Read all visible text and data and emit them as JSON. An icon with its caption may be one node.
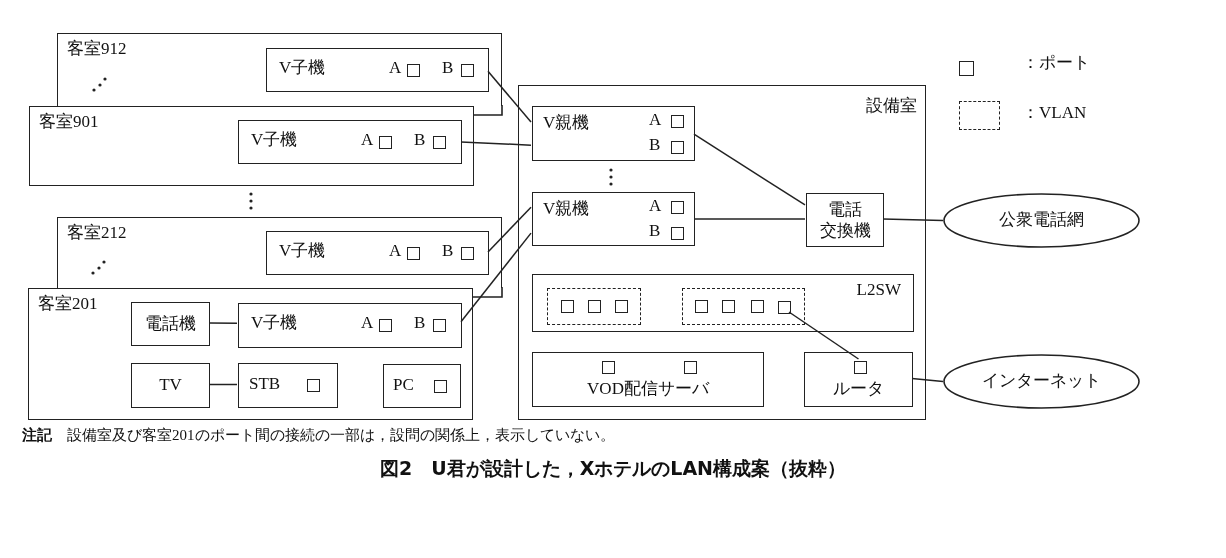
{
  "diagram": {
    "caption": "図2　U君が設計した，XホテルのLAN構成案（抜粋）",
    "nodes": [
      {
        "text": [
          "客室912"
        ]
      },
      {
        "text": [
          "V子機",
          "A",
          "B"
        ],
        "in": 0
      },
      {
        "text": [
          "客室901"
        ]
      },
      {
        "text": [
          "V子機",
          "A",
          "B"
        ],
        "in": 2
      },
      {
        "text": [
          "客室212"
        ]
      },
      {
        "text": [
          "V子機",
          "A",
          "B"
        ],
        "in": 4
      },
      {
        "text": [
          "客室201"
        ]
      },
      {
        "text": [
          "電話機"
        ],
        "in": 6
      },
      {
        "text": [
          "V子機",
          "A",
          "B"
        ],
        "in": 6
      },
      {
        "text": [
          "TV"
        ],
        "in": 6
      },
      {
        "text": [
          "STB"
        ],
        "in": 6
      },
      {
        "text": [
          "PC"
        ],
        "in": 6
      },
      {
        "text": [
          "設備室"
        ]
      },
      {
        "text": [
          "V親機",
          "A",
          "B"
        ],
        "in": 12
      },
      {
        "text": [
          "V親機",
          "A",
          "B"
        ],
        "in": 12
      },
      {
        "text": [
          "電話交換機"
        ],
        "in": 12
      },
      {
        "text": [
          "L2SW"
        ],
        "in": 12
      },
      {
        "text": [],
        "shape": "box",
        "in": 16
      },
      {
        "text": [
          "VOD配信サーバ"
        ],
        "in": 12
      },
      {
        "text": [
          "ルータ"
        ],
        "in": 12
      },
      {
        "text": [],
        "shape": "box",
        "in": 19
      },
      {
        "text": [
          "公衆電話網"
        ]
      },
      {
        "text": [
          "インターネット"
        ]
      }
    ],
    "edges": [
      {
        "from": 1,
        "to": 13,
        "arrow": "none"
      },
      {
        "from": 3,
        "to": 13,
        "arrow": "none"
      },
      {
        "from": 5,
        "to": 14,
        "arrow": "none"
      },
      {
        "from": 8,
        "to": 14,
        "arrow": "none"
      },
      {
        "from": 13,
        "to": 15,
        "arrow": "none"
      },
      {
        "from": 14,
        "to": 15,
        "arrow": "none"
      },
      {
        "from": 15,
        "to": 21,
        "arrow": "none"
      },
      {
        "from": 7,
        "to": 8,
        "arrow": "none"
      },
      {
        "from": 9,
        "to": 10,
        "arrow": "none"
      },
      {
        "from": 17,
        "to": 20,
        "arrow": "none"
      },
      {
        "from": 19,
        "to": 22,
        "arrow": "none"
      }
    ],
    "labels": [
      "**注記**　設備室及び客室201のポート間の接続の一部は，設問の関係上，表示していない。"
    ],
    "legend": [
      {
        "text": "：ポート"
      },
      {
        "text": "：VLAN"
      }
    ]
  }
}
